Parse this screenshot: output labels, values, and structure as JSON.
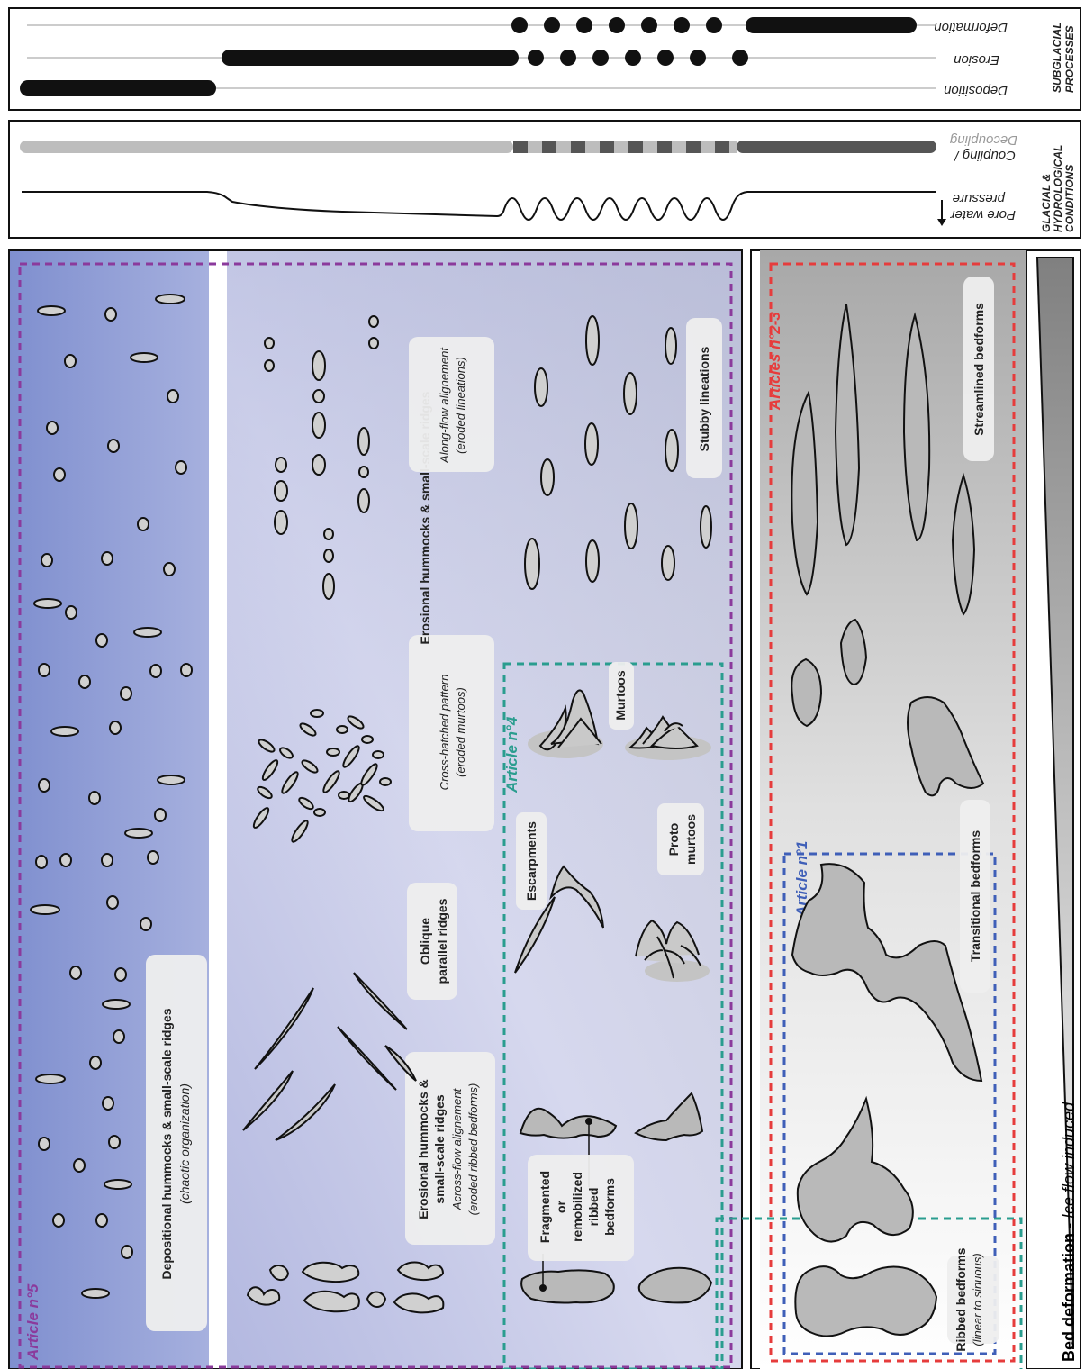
{
  "colors": {
    "purple": "#8b3a9c",
    "teal": "#2a9d8f",
    "red": "#e63c3c",
    "blue": "#3f5fb8",
    "panel_blue": "#7f8fcf",
    "bedform_fill": "#b9b9b9",
    "pale_bedform_fill": "#d3d3d3"
  },
  "panels": {
    "subglacial_processes": {
      "title_line1": "SUBGLACIAL",
      "title_line2": "PROCESSES",
      "rows": [
        "Deformation",
        "Erosion",
        "Deposition"
      ]
    },
    "glacial_hydrological": {
      "title_line1": "GLACIAL &",
      "title_line2": "HYDROLOGICAL",
      "title_line3": "CONDITIONS",
      "coupling_line1": "Coupling /",
      "coupling_line2": "Decoupling",
      "porewater_line1": "Pore water",
      "porewater_line2": "pressure"
    }
  },
  "bed_deformation": {
    "bold": "Bed deformation",
    "italic": " - Ice flow induced"
  },
  "articles": {
    "a5": "Article n°5",
    "a4": "Article n°4",
    "a1": "Article n°1",
    "a23": "Articles n°2-3"
  },
  "labels": {
    "depositional": {
      "line1": "Depositional hummocks & small-scale ridges",
      "line2": "(chaotic organization)"
    },
    "erosional_across": {
      "line1": "Erosional hummocks &",
      "line2": "small-scale ridges",
      "line3": "Across-flow alignement",
      "line4": "(eroded ribbed bedforms)"
    },
    "oblique": {
      "line1": "Oblique",
      "line2": "parallel ridges"
    },
    "erosional_cross": {
      "line1": "Erosional hummocks & small-scale ridges",
      "line2": "Cross-hatched pattern",
      "line3": "(eroded murtoos)"
    },
    "along_flow": {
      "line1": "Along-flow alignement",
      "line2": "(eroded lineations)"
    },
    "fragmented": {
      "line1": "Fragmented",
      "line2": "or",
      "line3": "remobilized",
      "line4": "ribbed",
      "line5": "bedforms"
    },
    "escarpments": "Escarpments",
    "proto": {
      "line1": "Proto",
      "line2": "murtoos"
    },
    "murtoos": "Murtoos",
    "stubby": "Stubby lineations",
    "ribbed": {
      "line1": "Ribbed bedforms",
      "line2": "(linear to sinuous)"
    },
    "transitional": "Transitional bedforms",
    "streamlined": "Streamlined bedforms"
  }
}
